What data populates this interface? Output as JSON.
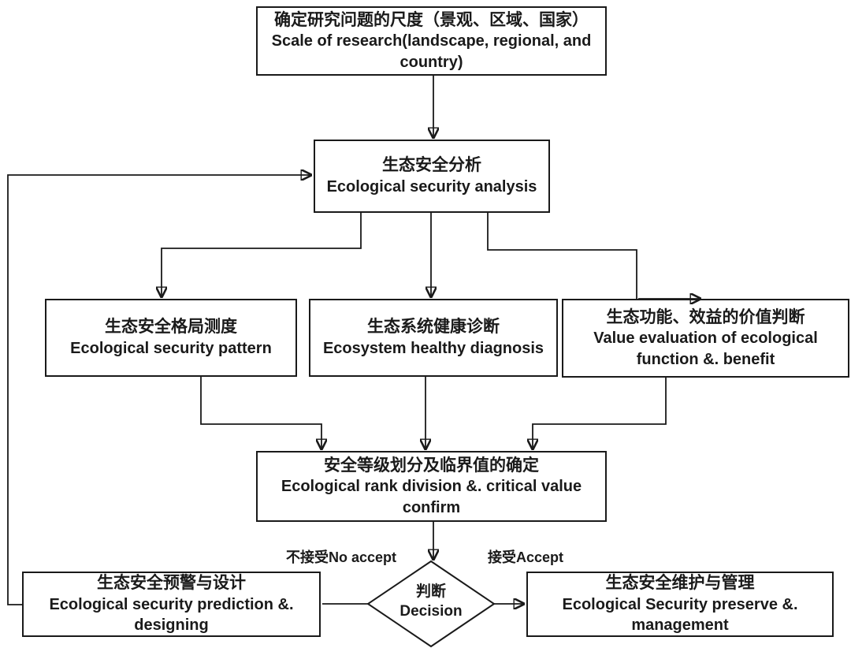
{
  "diagram": {
    "title": "Ecological security research flowchart",
    "colors": {
      "background": "#ffffff",
      "line": "#1a1a1a",
      "text": "#1a1a1a",
      "node_fill": "#ffffff"
    },
    "nodes": {
      "scale": {
        "zh": "确定研究问题的尺度（景观、区域、国家）",
        "en": "Scale of research(landscape, regional, and\ncountry)"
      },
      "analysis": {
        "zh": "生态安全分析",
        "en": "Ecological security analysis"
      },
      "pattern": {
        "zh": "生态安全格局测度",
        "en": "Ecological security pattern"
      },
      "health": {
        "zh": "生态系统健康诊断",
        "en": "Ecosystem healthy diagnosis"
      },
      "value": {
        "zh": "生态功能、效益的价值判断",
        "en": "Value evaluation of ecological\nfunction &. benefit"
      },
      "rank": {
        "zh": "安全等级划分及临界值的确定",
        "en": "Ecological rank division &. critical value\nconfirm"
      },
      "decision": {
        "zh": "判断",
        "en": "Decision"
      },
      "prediction": {
        "zh": "生态安全预警与设计",
        "en": "Ecological security prediction &.\ndesigning"
      },
      "preserve": {
        "zh": "生态安全维护与管理",
        "en": "Ecological Security preserve &.\nmanagement"
      }
    },
    "edge_labels": {
      "no_accept": "不接受No accept",
      "accept": "接受Accept"
    }
  }
}
